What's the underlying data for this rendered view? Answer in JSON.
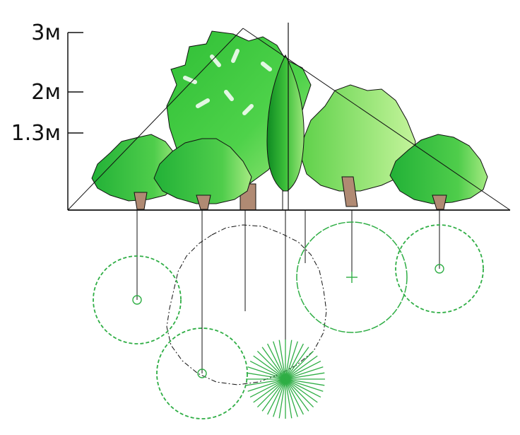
{
  "height_scale": {
    "labels": [
      "3м",
      "2м",
      "1.3м"
    ]
  },
  "colors": {
    "foliage_dark": "#15a22a",
    "foliage_mid": "#3cc23f",
    "foliage_light": "#8de06a",
    "foliage_pale": "#b8ef8f",
    "trunk": "#b08a73",
    "plan_green": "#2fae45",
    "ink": "#111111"
  },
  "icons": {
    "plan_shrub": "shrub-plan-symbol",
    "plan_conifer": "conifer-plan-symbol"
  }
}
